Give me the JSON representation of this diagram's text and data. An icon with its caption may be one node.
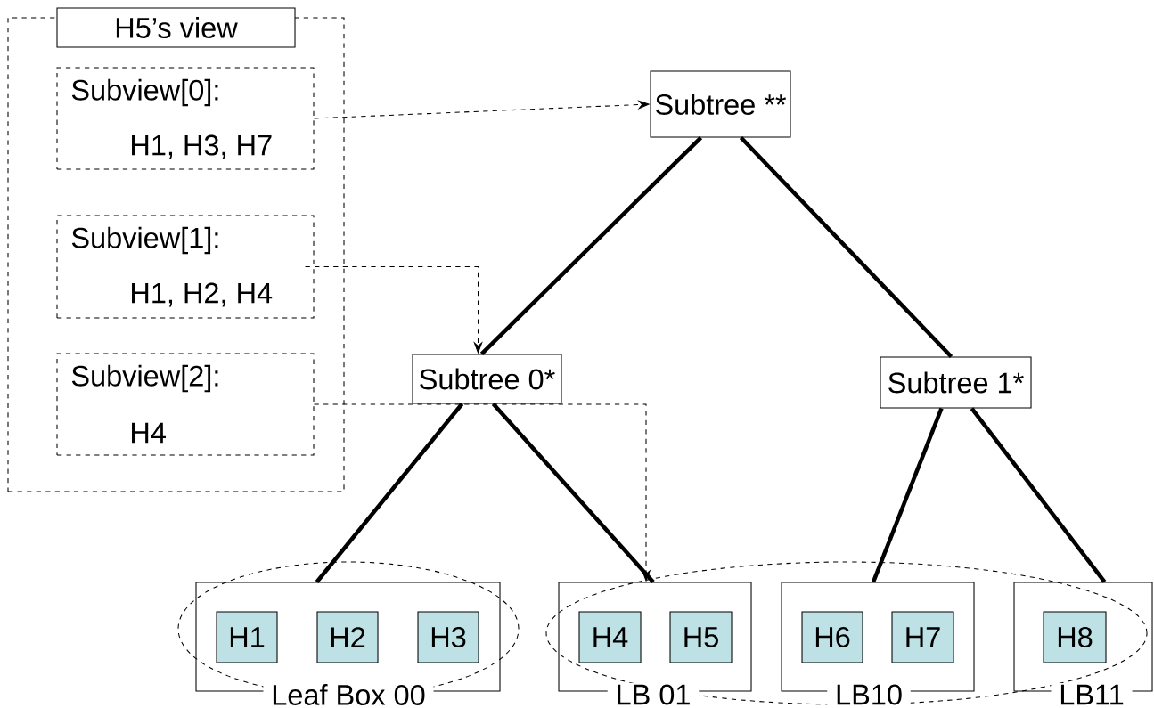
{
  "diagram": {
    "nodes": [
      {
        "text": [
          "H5’s view"
        ]
      },
      {
        "text": [
          "Subview[0]:",
          "H1, H3, H7"
        ],
        "in": 0
      },
      {
        "text": [
          "Subview[1]:",
          "H1, H2, H4"
        ],
        "in": 0
      },
      {
        "text": [
          "Subview[2]:",
          "H4"
        ],
        "in": 0
      },
      {
        "text": [
          "Subtree **"
        ]
      },
      {
        "text": [
          "Subtree 0*"
        ]
      },
      {
        "text": [
          "Subtree 1*"
        ]
      },
      {
        "text": [
          "Leaf Box 00"
        ]
      },
      {
        "text": [
          "H1"
        ],
        "in": 7
      },
      {
        "text": [
          "H2"
        ],
        "in": 7
      },
      {
        "text": [
          "H3"
        ],
        "in": 7
      },
      {
        "text": [
          "LB 01"
        ]
      },
      {
        "text": [
          "H4"
        ],
        "in": 11
      },
      {
        "text": [
          "H5"
        ],
        "in": 11
      },
      {
        "text": [
          "LB10"
        ]
      },
      {
        "text": [
          "H6"
        ],
        "in": 14
      },
      {
        "text": [
          "H7"
        ],
        "in": 14
      },
      {
        "text": [
          "LB11"
        ]
      },
      {
        "text": [
          "H8"
        ],
        "in": 17
      }
    ],
    "edges": [
      {
        "from": 4,
        "to": 5,
        "arrow": "none"
      },
      {
        "from": 4,
        "to": 6,
        "arrow": "none"
      },
      {
        "from": 5,
        "to": 7,
        "arrow": "none"
      },
      {
        "from": 5,
        "to": 11,
        "arrow": "none"
      },
      {
        "from": 6,
        "to": 14,
        "arrow": "none"
      },
      {
        "from": 6,
        "to": 17,
        "arrow": "none"
      },
      {
        "from": 1,
        "to": 4,
        "arrow": "to",
        "style": "dashed"
      },
      {
        "from": 2,
        "to": 5,
        "arrow": "to",
        "style": "dashed"
      },
      {
        "from": 3,
        "to": 11,
        "arrow": "to",
        "style": "dashed"
      }
    ]
  }
}
